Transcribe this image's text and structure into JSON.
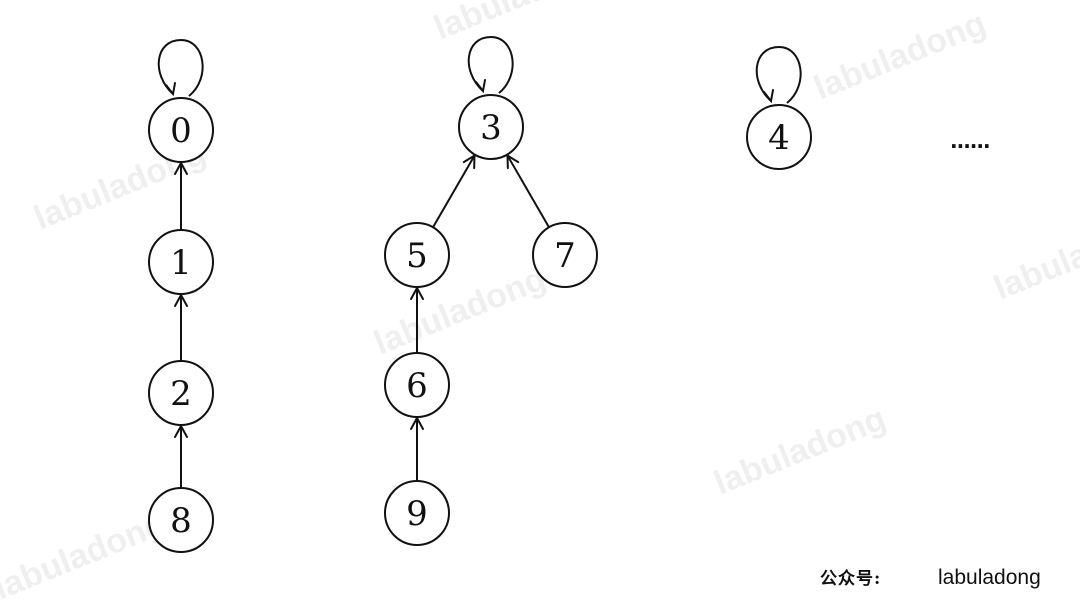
{
  "diagram": {
    "nodes": [
      {
        "id": "0",
        "label": "0"
      },
      {
        "id": "1",
        "label": "1"
      },
      {
        "id": "2",
        "label": "2"
      },
      {
        "id": "8",
        "label": "8"
      },
      {
        "id": "3",
        "label": "3"
      },
      {
        "id": "5",
        "label": "5"
      },
      {
        "id": "7",
        "label": "7"
      },
      {
        "id": "6",
        "label": "6"
      },
      {
        "id": "9",
        "label": "9"
      },
      {
        "id": "4",
        "label": "4"
      }
    ],
    "edges": [
      {
        "from": "1",
        "to": "0"
      },
      {
        "from": "2",
        "to": "1"
      },
      {
        "from": "8",
        "to": "2"
      },
      {
        "from": "5",
        "to": "3"
      },
      {
        "from": "7",
        "to": "3"
      },
      {
        "from": "6",
        "to": "5"
      },
      {
        "from": "9",
        "to": "6"
      }
    ],
    "self_loops": [
      "0",
      "3",
      "4"
    ],
    "ellipsis": "......"
  },
  "watermark": {
    "text": "labuladong"
  },
  "footer": {
    "seal_text": "公众号:",
    "account_name": "labuladong"
  },
  "colors": {
    "stroke": "#111111",
    "background": "#ffffff"
  }
}
